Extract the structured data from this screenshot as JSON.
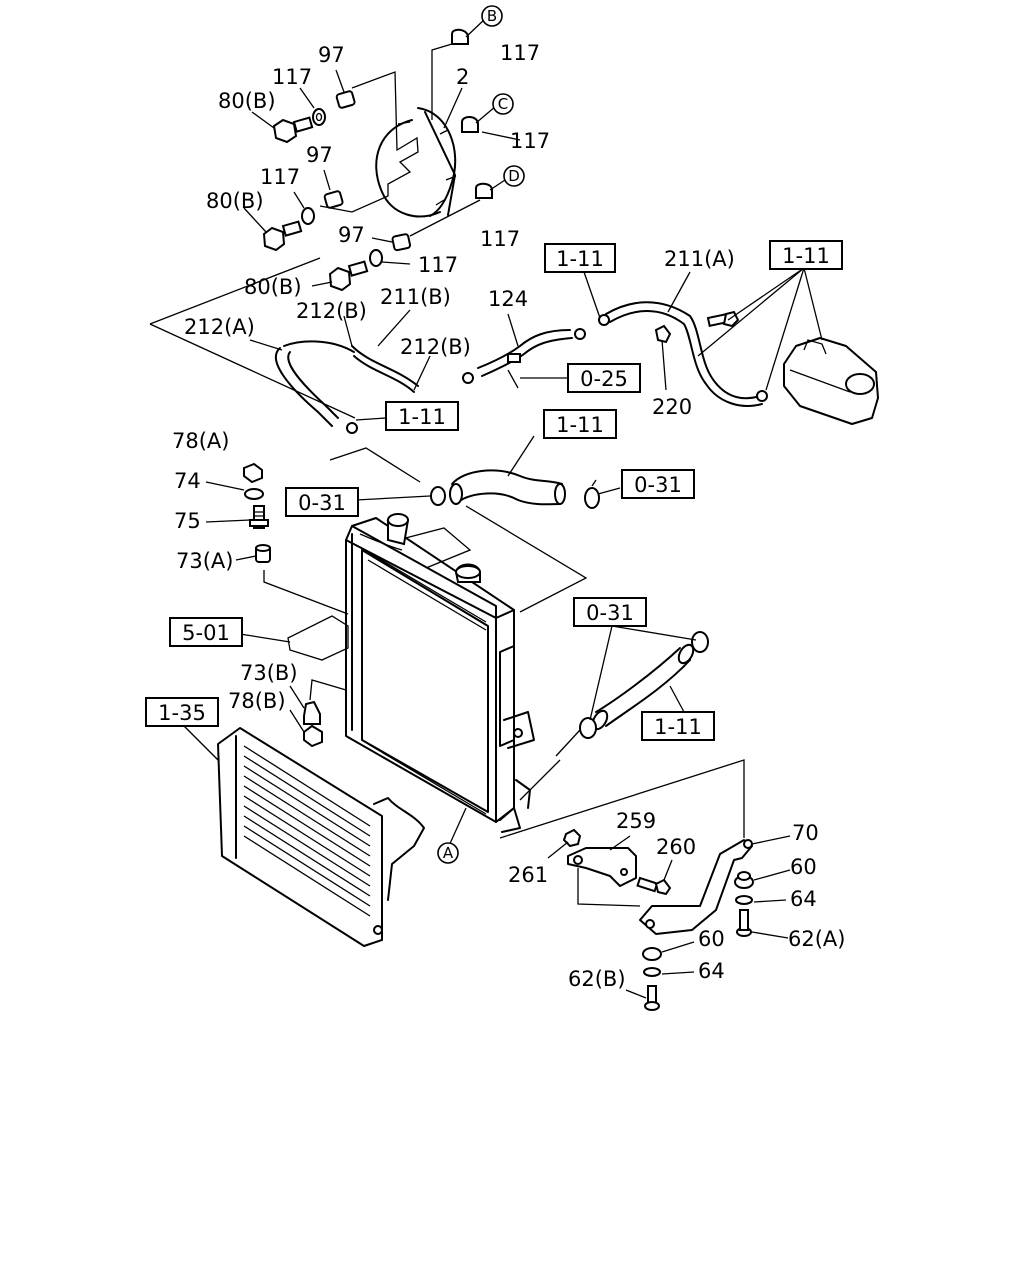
{
  "labels": {
    "p117a": "117",
    "p97a": "97",
    "p2": "2",
    "p117b": "117",
    "p80Ba": "80(B)",
    "p117c": "117",
    "p117d": "117",
    "p97b": "97",
    "p80Bb": "80(B)",
    "p97c": "97",
    "p117e": "117",
    "p117f": "117",
    "p80Bc": "80(B)",
    "p211A": "211(A)",
    "p124": "124",
    "p212B1": "212(B)",
    "p211B": "211(B)",
    "p212A": "212(A)",
    "p212B2": "212(B)",
    "p220": "220",
    "p78A": "78(A)",
    "p74": "74",
    "p75": "75",
    "p73A": "73(A)",
    "p73B": "73(B)",
    "p78B": "78(B)",
    "p259": "259",
    "p70": "70",
    "p260": "260",
    "p261": "261",
    "p60a": "60",
    "p64a": "64",
    "p62A": "62(A)",
    "p60b": "60",
    "p64b": "64",
    "p62B": "62(B)"
  },
  "refs": {
    "r111a": "1-11",
    "r111b": "1-11",
    "r025": "0-25",
    "r111c": "1-11",
    "r111d": "1-11",
    "r031a": "0-31",
    "r031b": "0-31",
    "r501": "5-01",
    "r031c": "0-31",
    "r111e": "1-11",
    "r135": "1-35"
  },
  "callouts": {
    "B": "B",
    "C": "C",
    "D": "D",
    "A": "A"
  }
}
